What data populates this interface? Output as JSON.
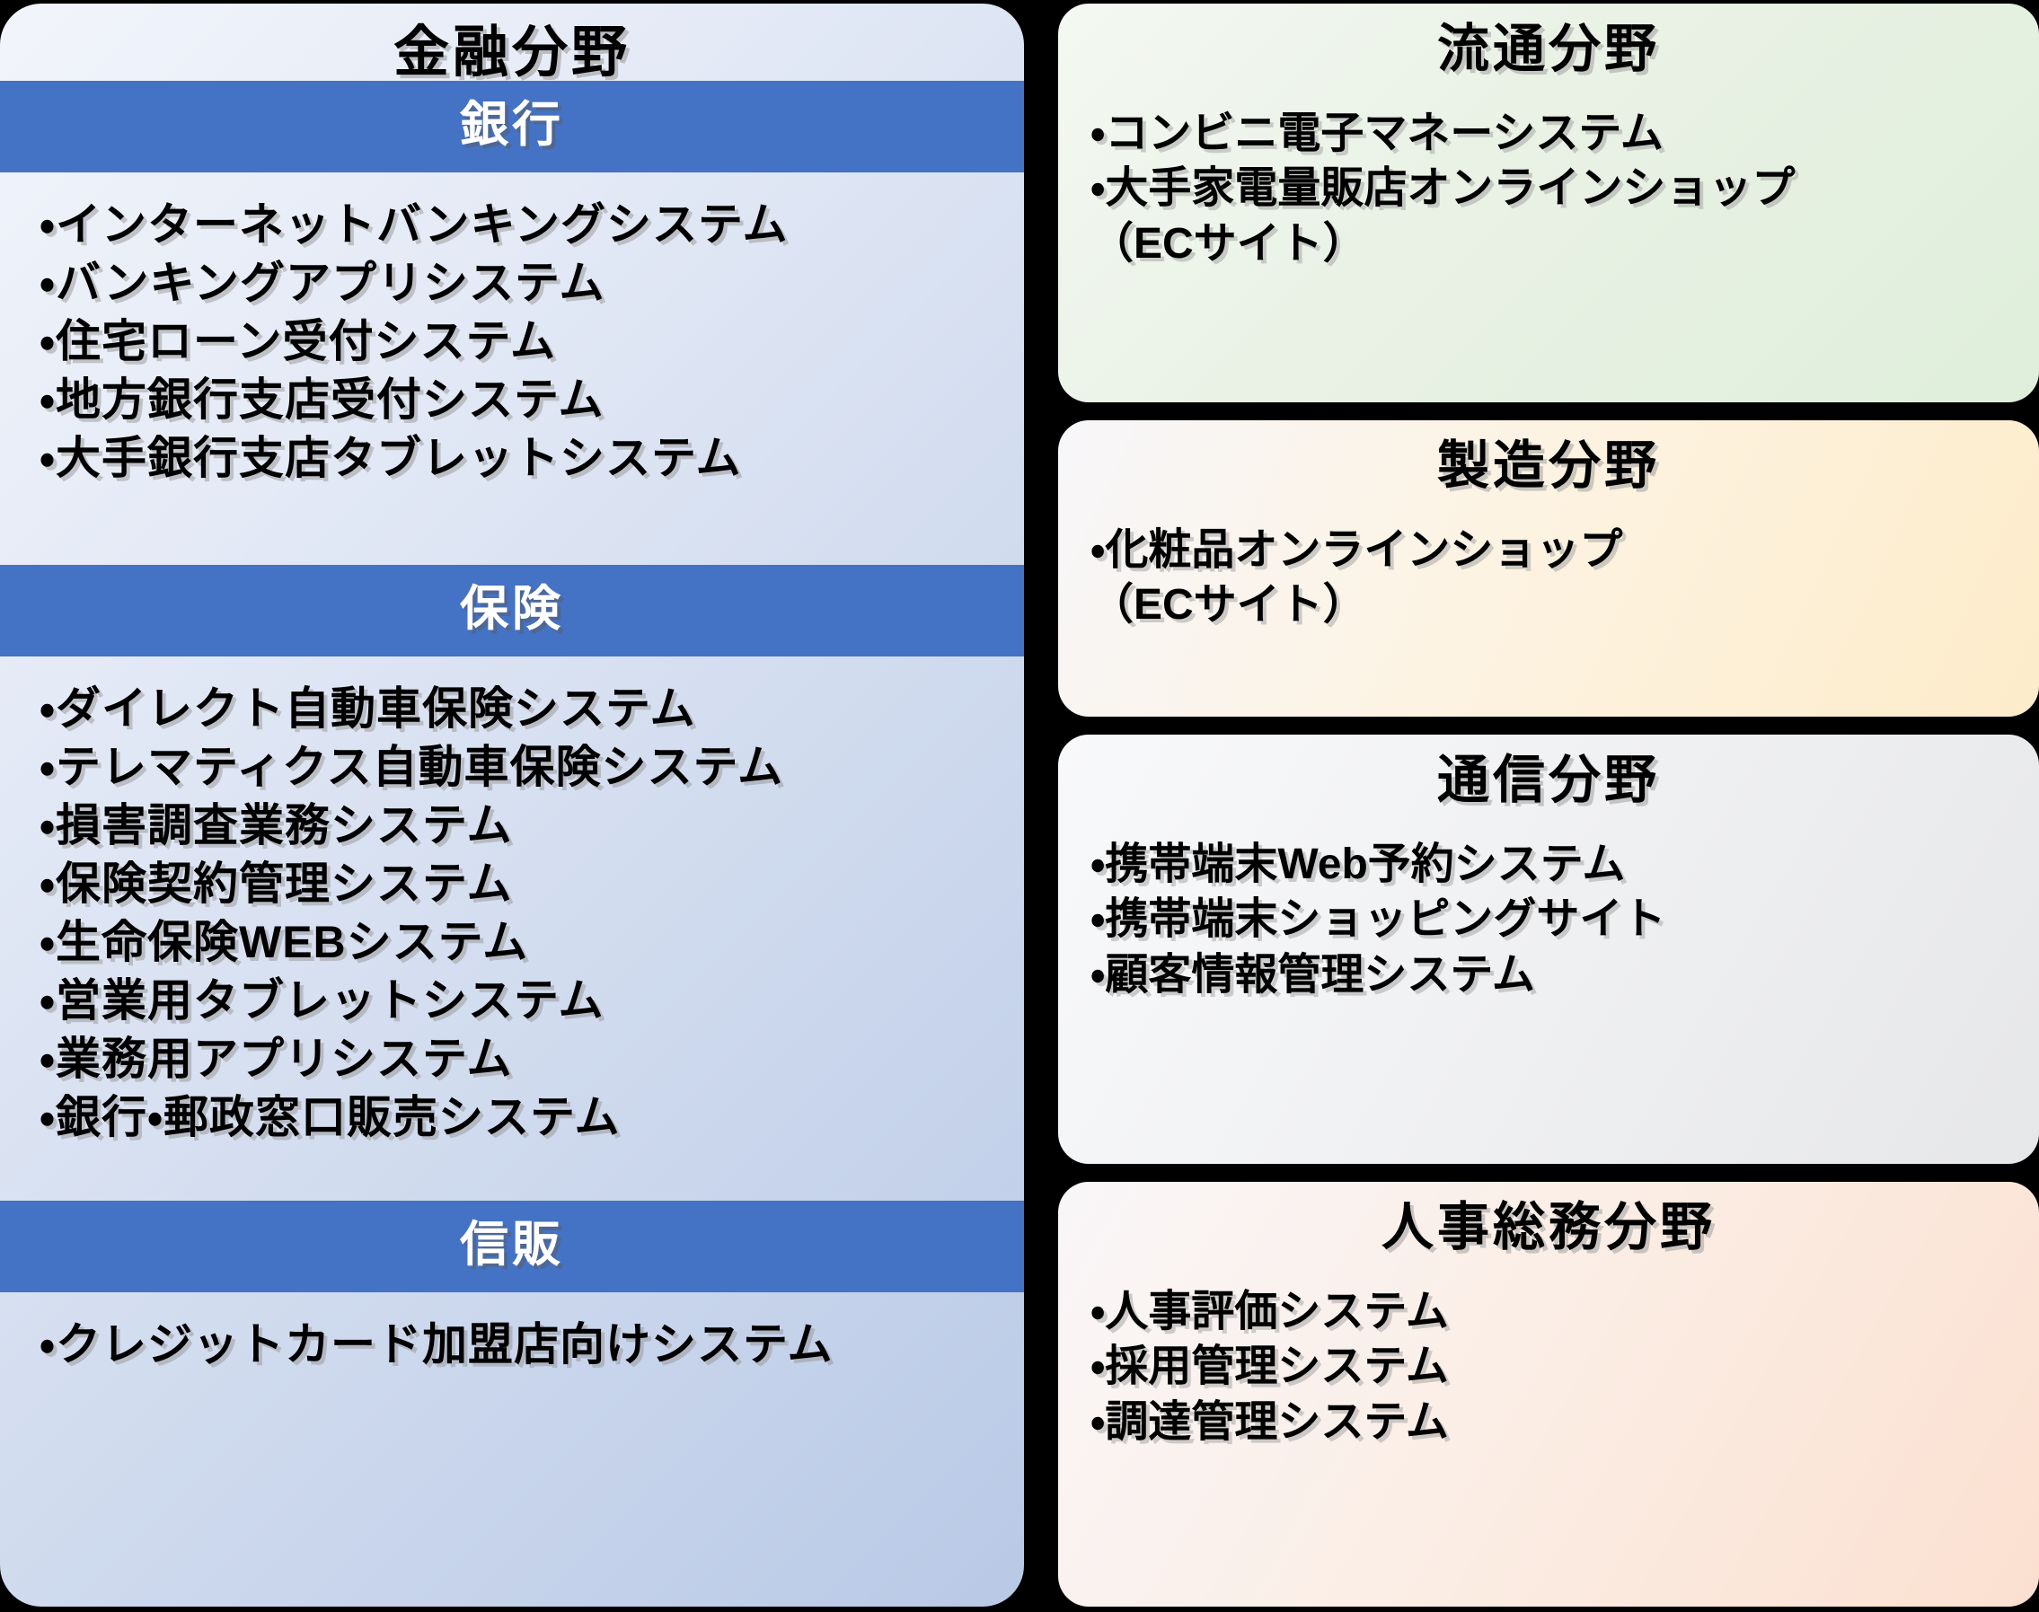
{
  "finance": {
    "title": "金融分野",
    "sections": [
      {
        "band": "銀行",
        "items": [
          "インターネットバンキングシステム",
          "バンキングアプリシステム",
          "住宅ローン受付システム",
          "地方銀行支店受付システム",
          "大手銀行支店タブレットシステム"
        ]
      },
      {
        "band": "保険",
        "items": [
          "ダイレクト自動車保険システム",
          "テレマティクス自動車保険システム",
          "損害調査業務システム",
          "保険契約管理システム",
          "生命保険WEBシステム",
          "営業用タブレットシステム",
          "業務用アプリシステム",
          "銀行・郵政窓口販売システム"
        ]
      },
      {
        "band": "信販",
        "items": [
          "クレジットカード加盟店向けシステム"
        ]
      }
    ]
  },
  "cards": [
    {
      "title": "流通分野",
      "lines": [
        {
          "text": "コンビニ電子マネーシステム",
          "bullet": true
        },
        {
          "text": "大手家電量販店オンラインショップ",
          "bullet": true
        },
        {
          "text": "（ECサイト）",
          "bullet": false
        }
      ]
    },
    {
      "title": "製造分野",
      "lines": [
        {
          "text": "化粧品オンラインショップ",
          "bullet": true
        },
        {
          "text": "（ECサイト）",
          "bullet": false
        }
      ]
    },
    {
      "title": "通信分野",
      "lines": [
        {
          "text": "携帯端末Web予約システム",
          "bullet": true
        },
        {
          "text": "携帯端末ショッピングサイト",
          "bullet": true
        },
        {
          "text": "顧客情報管理システム",
          "bullet": true
        }
      ]
    },
    {
      "title": "人事総務分野",
      "lines": [
        {
          "text": "人事評価システム",
          "bullet": true
        },
        {
          "text": "採用管理システム",
          "bullet": true
        },
        {
          "text": "調達管理システム",
          "bullet": true
        }
      ]
    }
  ],
  "colors": {
    "band_blue": "#4472c4",
    "background": "#000000",
    "finance_panel": "#cfdaee",
    "distribution_card": "#eaf2e6",
    "manufacturing_card": "#fdf3e2",
    "telecom_card": "#f0f1f3",
    "hr_card": "#fbeee6"
  }
}
